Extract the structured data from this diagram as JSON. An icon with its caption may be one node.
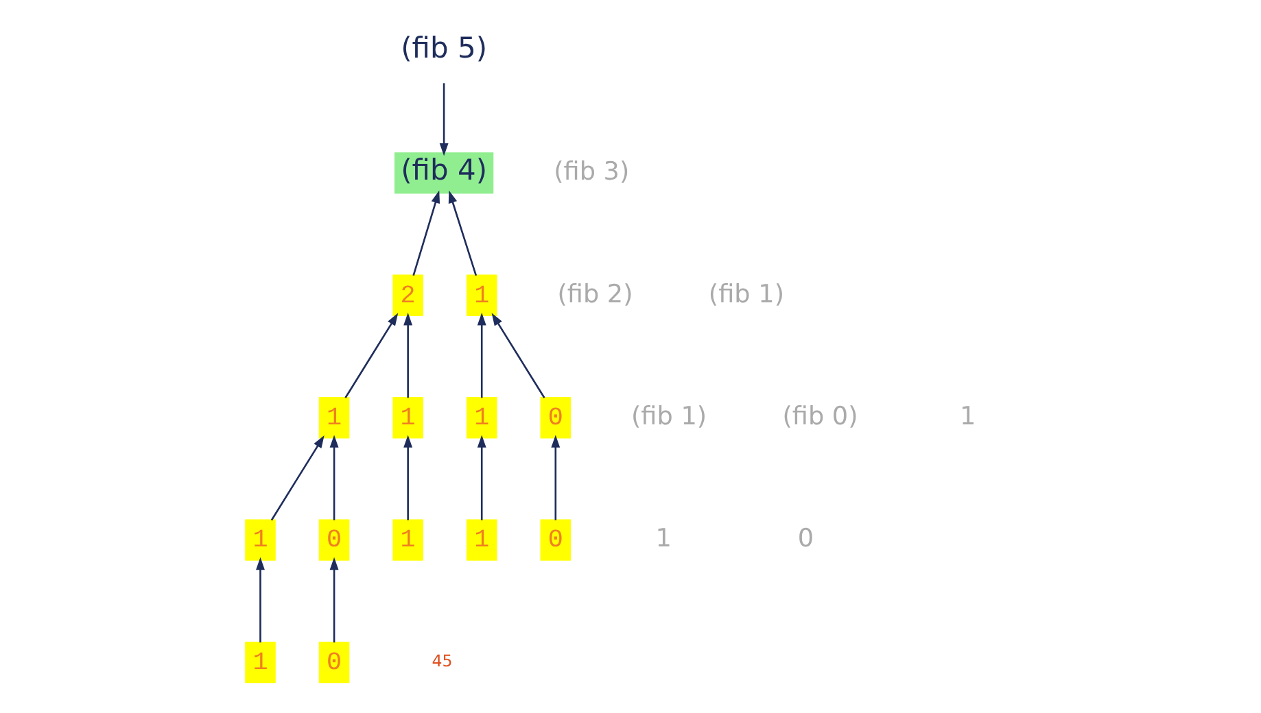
{
  "diagram": {
    "nodes": [
      {
        "text": [
          "(fib 5)"
        ]
      },
      {
        "text": [
          "(fib 4)"
        ]
      },
      {
        "text": [
          "2"
        ]
      },
      {
        "text": [
          "1"
        ]
      },
      {
        "text": [
          "1"
        ]
      },
      {
        "text": [
          "1"
        ]
      },
      {
        "text": [
          "1"
        ]
      },
      {
        "text": [
          "0"
        ]
      },
      {
        "text": [
          "1"
        ]
      },
      {
        "text": [
          "0"
        ]
      },
      {
        "text": [
          "1"
        ]
      },
      {
        "text": [
          "1"
        ]
      },
      {
        "text": [
          "0"
        ]
      },
      {
        "text": [
          "1"
        ]
      },
      {
        "text": [
          "0"
        ]
      }
    ],
    "edges": [
      {
        "from": 0,
        "to": 1,
        "arrow": "to"
      },
      {
        "from": 2,
        "to": 1,
        "arrow": "to"
      },
      {
        "from": 3,
        "to": 1,
        "arrow": "to"
      },
      {
        "from": 4,
        "to": 2,
        "arrow": "to"
      },
      {
        "from": 5,
        "to": 2,
        "arrow": "to"
      },
      {
        "from": 6,
        "to": 3,
        "arrow": "to"
      },
      {
        "from": 7,
        "to": 3,
        "arrow": "to"
      },
      {
        "from": 8,
        "to": 4,
        "arrow": "to"
      },
      {
        "from": 9,
        "to": 4,
        "arrow": "to"
      },
      {
        "from": 10,
        "to": 5,
        "arrow": "to"
      },
      {
        "from": 11,
        "to": 6,
        "arrow": "to"
      },
      {
        "from": 12,
        "to": 7,
        "arrow": "to"
      },
      {
        "from": 13,
        "to": 8,
        "arrow": "to"
      },
      {
        "from": 14,
        "to": 9,
        "arrow": "to"
      }
    ],
    "labels": [
      "(fib 3)",
      "(fib 2)",
      "(fib 1)",
      "(fib 1)",
      "(fib 0)",
      "1",
      "1",
      "0",
      "45"
    ]
  }
}
